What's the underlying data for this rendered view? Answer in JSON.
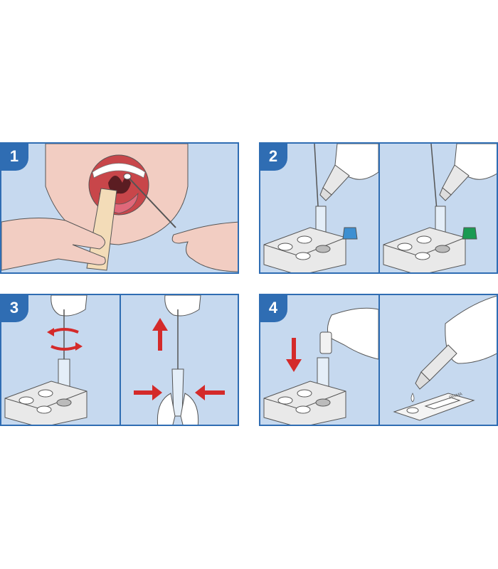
{
  "steps": [
    {
      "number": "1"
    },
    {
      "number": "2"
    },
    {
      "number": "3"
    },
    {
      "number": "4"
    }
  ],
  "test_cassette": {
    "label": "PRIMA"
  },
  "colors": {
    "frame_blue": "#2f6db3",
    "panel_bg": "#c6d9ef",
    "arrow_red": "#d42a2a",
    "skin": "#f2cdc2",
    "cap_blue": "#3d8fd1",
    "cap_green": "#1a9a52"
  }
}
